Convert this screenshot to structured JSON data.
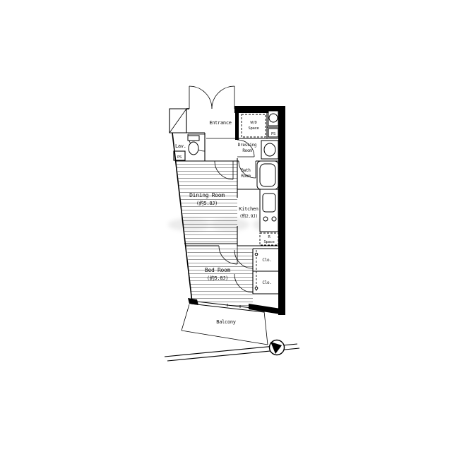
{
  "labels": {
    "entrance": "Entrance",
    "wd_line1": "W/D",
    "wd_line2": "Space",
    "lavatory": "Lav.",
    "dressing_line1": "Dressing",
    "dressing_line2": "Room",
    "bath_line1": "Bath",
    "bath_line2": "Room",
    "dining_name": "Dining Room",
    "dining_size": "(約5.8J)",
    "kitchen_name": "Kitchen",
    "kitchen_size": "(約2.9J)",
    "r_line1": "R",
    "r_line2": "Space",
    "bedroom_name": "Bed Room",
    "bedroom_size": "(約5.8J)",
    "closet_upper": "Clo.",
    "closet_lower": "Clo.",
    "balcony": "Balcony",
    "ps_left": "PS",
    "ps_right": "PS"
  },
  "colors": {
    "line": "#000000",
    "background": "#ffffff",
    "floor_hatch": "#555555",
    "wall_fill": "#000000"
  }
}
